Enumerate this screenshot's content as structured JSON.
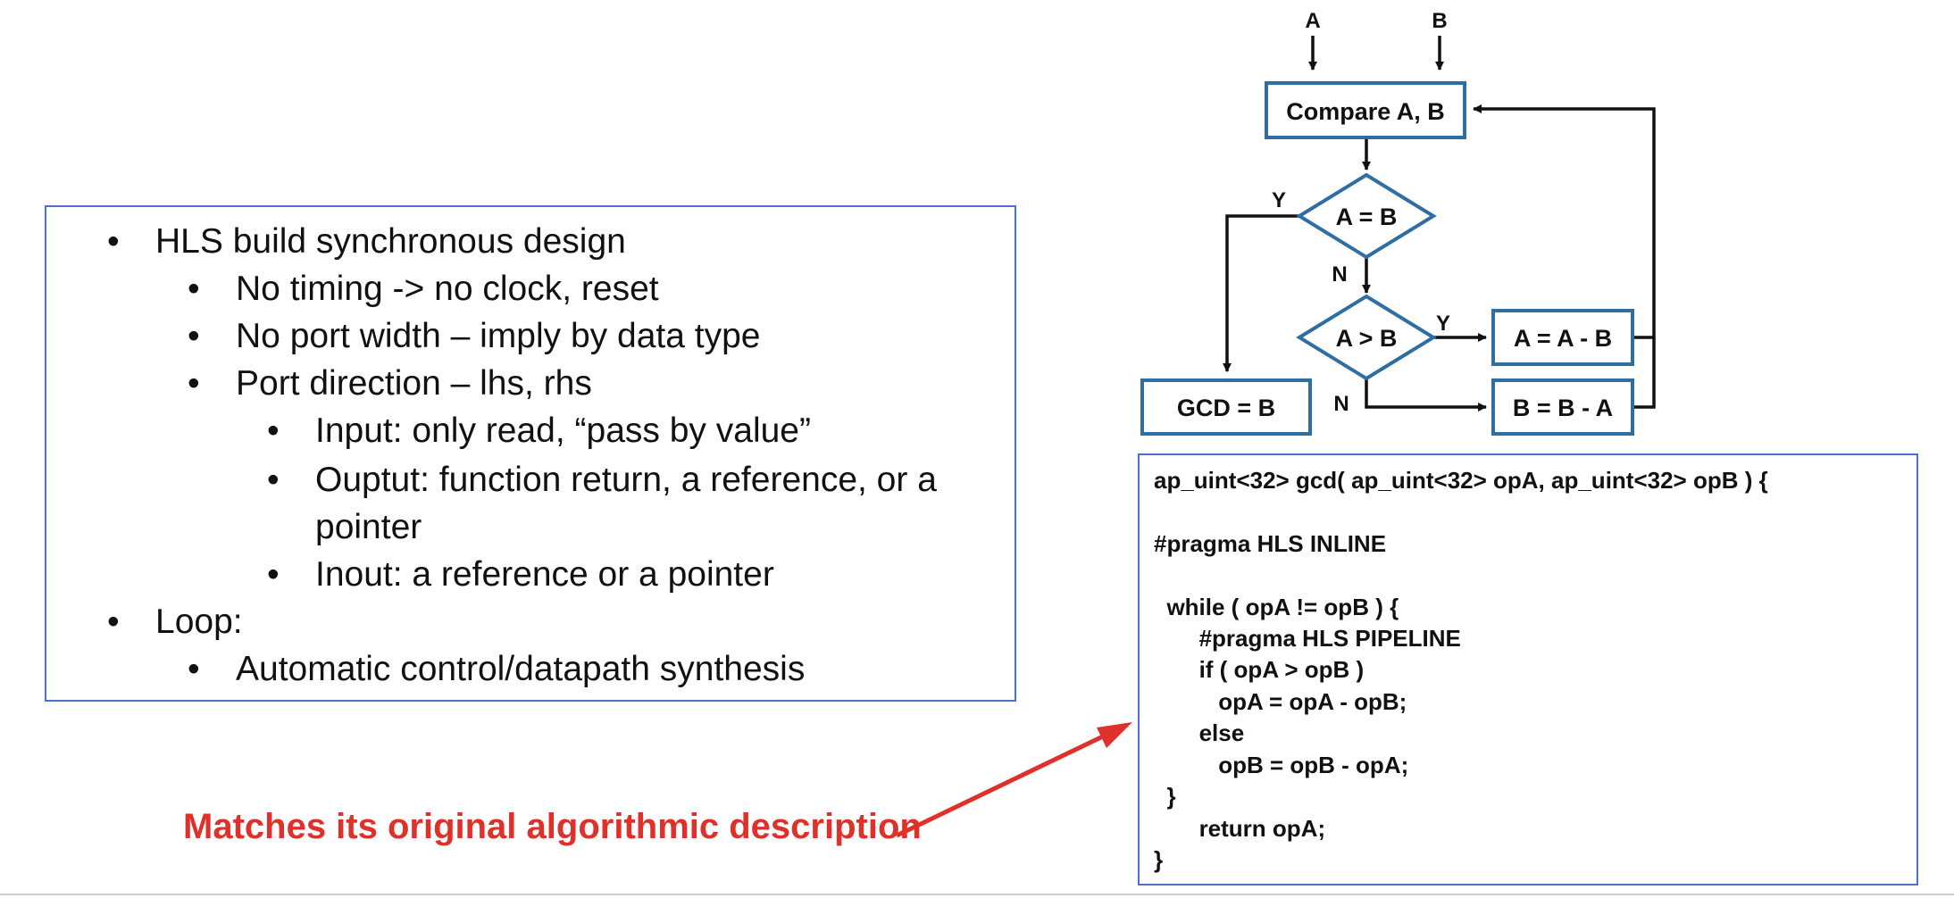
{
  "bullets": {
    "items": [
      {
        "level": 1,
        "text": "HLS build synchronous design"
      },
      {
        "level": 2,
        "text": "No timing -> no clock, reset"
      },
      {
        "level": 2,
        "text": "No port width – imply by data type"
      },
      {
        "level": 2,
        "text": "Port direction – lhs, rhs"
      },
      {
        "level": 3,
        "text": "Input:  only read, “pass by value”"
      },
      {
        "level": 3,
        "text": "Ouptut: function return,  a reference, or a"
      },
      {
        "level": 3,
        "text": "pointer",
        "continuation": true
      },
      {
        "level": 3,
        "text": "Inout: a reference or a pointer"
      },
      {
        "level": 1,
        "text": "Loop:"
      },
      {
        "level": 2,
        "text": "Automatic control/datapath synthesis"
      }
    ]
  },
  "flowchart": {
    "inputs": [
      "A",
      "B"
    ],
    "compare": "Compare A, B",
    "decision_eq": "A = B",
    "decision_gt": "A > B",
    "op_a": "A = A - B",
    "op_b": "B = B - A",
    "result": "GCD = B",
    "yes": "Y",
    "no": "N",
    "stroke_color": "#2f6ea3"
  },
  "code": {
    "lines": [
      "ap_uint<32> gcd( ap_uint<32> opA, ap_uint<32> opB ) {",
      "",
      "#pragma HLS INLINE",
      "",
      "  while ( opA != opB ) {",
      "       #pragma HLS PIPELINE",
      "       if ( opA > opB )",
      "          opA = opA - opB;",
      "       else",
      "          opB = opB - opA;",
      "  }",
      "       return opA;",
      "}"
    ]
  },
  "caption": {
    "text": "Matches its original algorithmic description",
    "color": "#e0302a"
  },
  "colors": {
    "box_border": "#4d6fd0",
    "arrow": "#e0302a"
  }
}
